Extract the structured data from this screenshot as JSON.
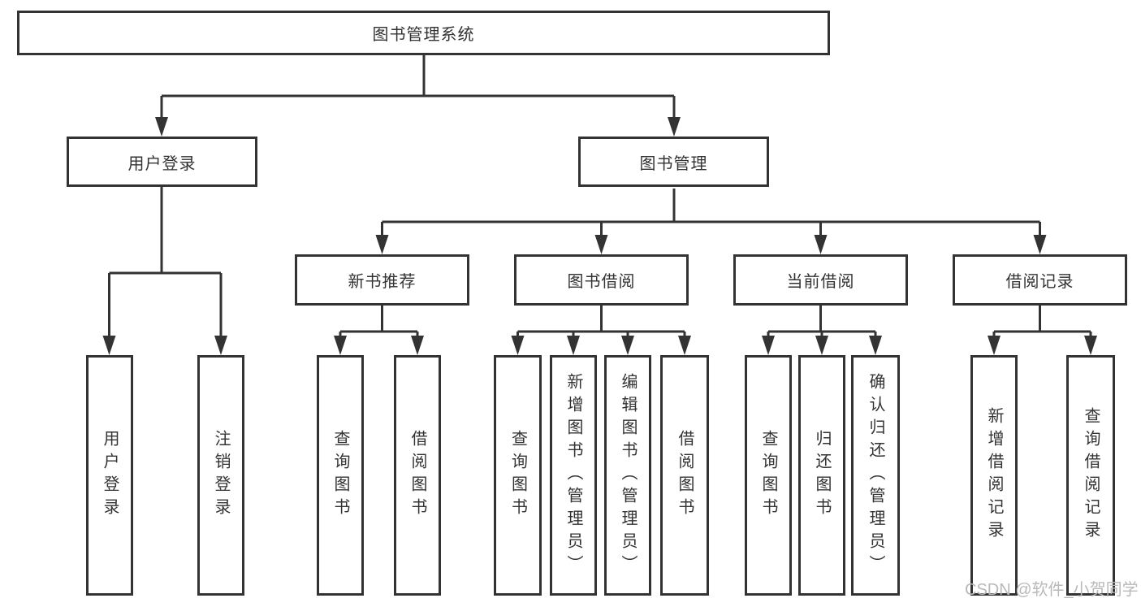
{
  "nodes": {
    "root": "图书管理系统",
    "level2": [
      "用户登录",
      "图书管理"
    ],
    "level3": [
      "新书推荐",
      "图书借阅",
      "当前借阅",
      "借阅记录"
    ],
    "login_children": [
      "用户登录",
      "注销登录"
    ],
    "recommend_children": [
      "查询图书",
      "借阅图书"
    ],
    "borrow_children": [
      "查询图书",
      "新增图书（管理员）",
      "编辑图书（管理员）",
      "借阅图书"
    ],
    "current_children": [
      "查询图书",
      "归还图书",
      "确认归还（管理员）"
    ],
    "record_children": [
      "新增借阅记录",
      "查询借阅记录"
    ]
  },
  "watermark": "CSDN @软件_小贺同学",
  "colors": {
    "line": "#333333",
    "text": "#333333",
    "background": "#ffffff",
    "watermark": "#b9b9b9"
  }
}
